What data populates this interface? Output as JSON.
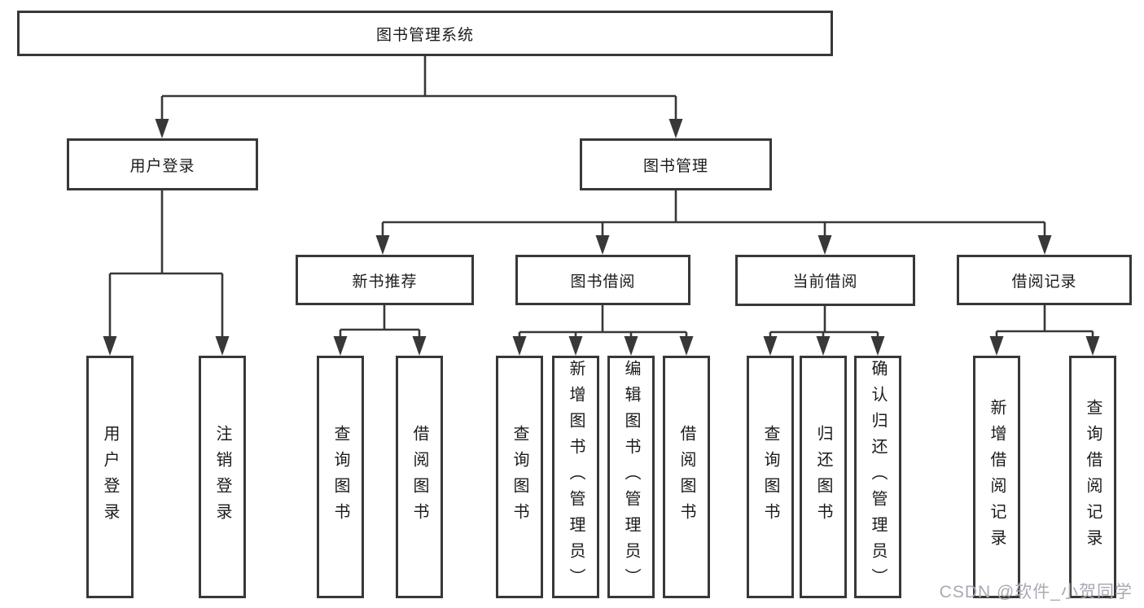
{
  "colors": {
    "line": "#383838",
    "text": "#1b1b1d",
    "watermark": "#a9a9b3"
  },
  "tree": {
    "root": {
      "label": "图书管理系统"
    },
    "level2": [
      {
        "label": "用户登录"
      },
      {
        "label": "图书管理"
      }
    ],
    "level3": [
      {
        "label": "新书推荐"
      },
      {
        "label": "图书借阅"
      },
      {
        "label": "当前借阅"
      },
      {
        "label": "借阅记录"
      }
    ],
    "leaves": [
      {
        "label": "用户登录"
      },
      {
        "label": "注销登录"
      },
      {
        "label": "查询图书"
      },
      {
        "label": "借阅图书"
      },
      {
        "label": "查询图书"
      },
      {
        "label": "新增图书（管理员）"
      },
      {
        "label": "编辑图书（管理员）"
      },
      {
        "label": "借阅图书"
      },
      {
        "label": "查询图书"
      },
      {
        "label": "归还图书"
      },
      {
        "label": "确认归还（管理员）"
      },
      {
        "label": "新增借阅记录"
      },
      {
        "label": "查询借阅记录"
      }
    ]
  },
  "watermark": "CSDN @软件_小贺同学"
}
